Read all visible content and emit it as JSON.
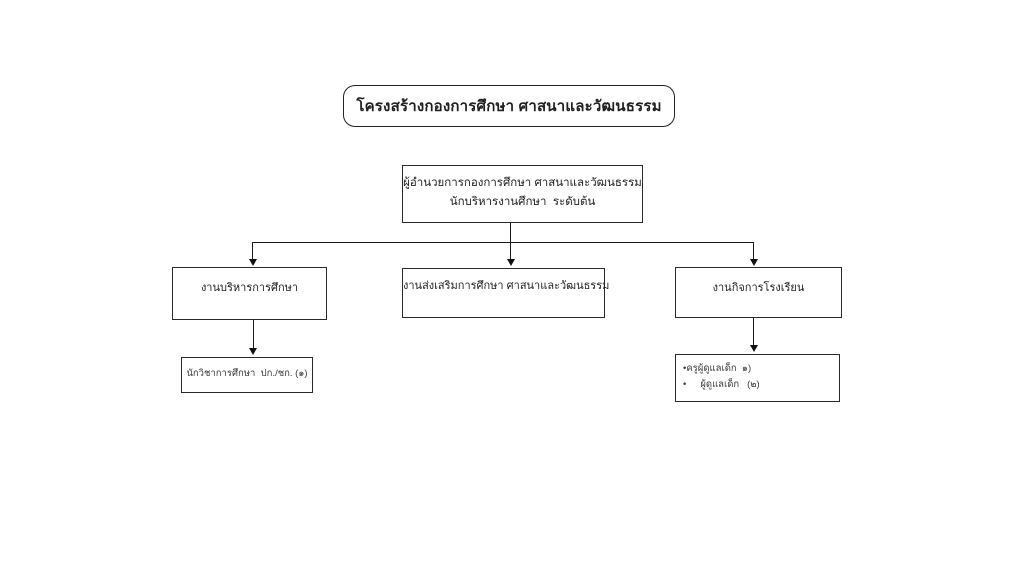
{
  "diagram": {
    "title": "โครงสร้างกองการศึกษา ศาสนาและวัฒนธรรม",
    "director": {
      "line1": "ผู้อำนวยการกองการศึกษา ศาสนาและวัฒนธรรม",
      "line2": "นักบริหารงานศึกษา  ระดับต้น"
    },
    "departments": [
      {
        "label": "งานบริหารการศึกษา"
      },
      {
        "label": "งานส่งเสริมการศึกษา ศาสนาและวัฒนธรรม"
      },
      {
        "label": "งานกิจการโรงเรียน"
      }
    ],
    "staff": {
      "education_admin": "นักวิชาการศึกษา  ปก./ชก. (๑)",
      "school_affairs_line1": "ครูผู้ดูแลเด็ก  ๑)",
      "school_affairs_line2": "ผู้ดูแลเด็ก   (๒)",
      "bullet": "•"
    },
    "colors": {
      "background": "#ffffff",
      "border": "#2a2a2a",
      "line": "#1a1a1a",
      "text": "#1f1f1f"
    }
  }
}
